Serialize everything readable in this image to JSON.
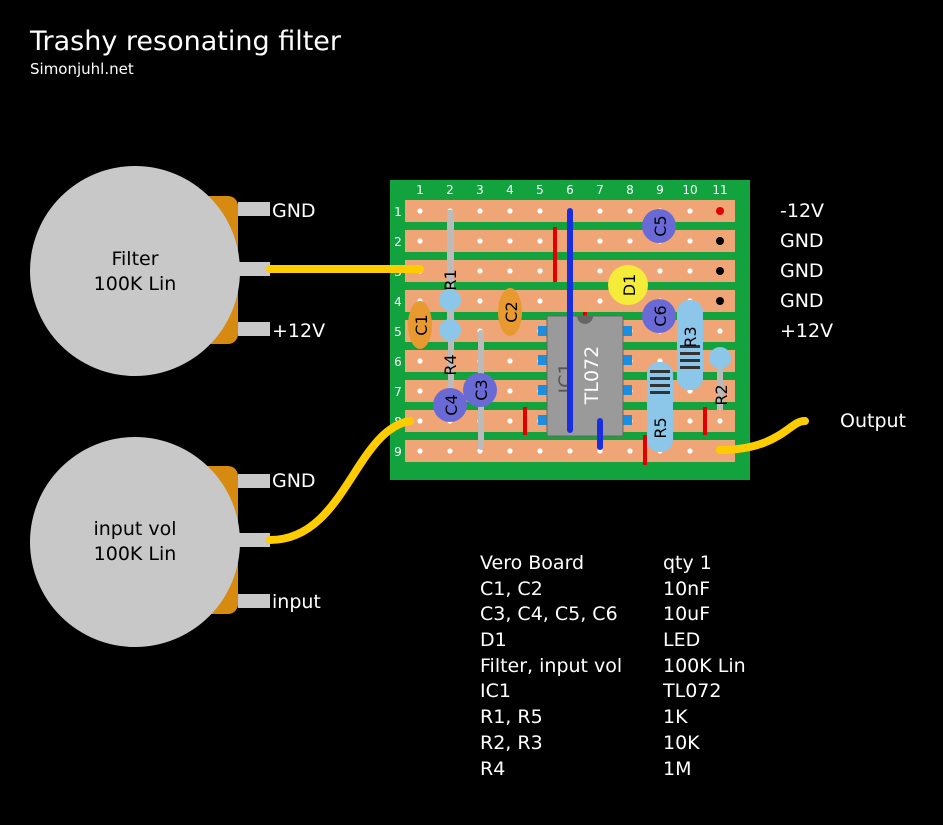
{
  "title": "Trashy resonating filter",
  "subtitle": "Simonjuhl.net",
  "colors": {
    "board": "#12a33f",
    "strip": "#f0a577",
    "pot": "#c8c8c8",
    "pot_body": "#d68a10",
    "wire": "#ffcc00",
    "jumper": "#1a2ee0",
    "cut": "#e00000",
    "cap_elec": "#6a6ad6",
    "cap_ceramic": "#e89a30",
    "led": "#f5ec3a",
    "resistor": "#8cc6e8",
    "ic": "#9a9a9a"
  },
  "board": {
    "columns": [
      "1",
      "2",
      "3",
      "4",
      "5",
      "6",
      "7",
      "8",
      "9",
      "10",
      "11"
    ],
    "rows": [
      "1",
      "2",
      "3",
      "4",
      "5",
      "6",
      "7",
      "8",
      "9"
    ]
  },
  "power_labels": [
    "-12V",
    "GND",
    "GND",
    "GND",
    "+12V"
  ],
  "pots": [
    {
      "name": "Filter",
      "value": "100K Lin",
      "pins": [
        "GND",
        "",
        "+12V"
      ]
    },
    {
      "name": "input vol",
      "value": "100K Lin",
      "pins": [
        "GND",
        "",
        "input"
      ]
    }
  ],
  "output_label": "Output",
  "components": {
    "C1": "C1",
    "C2": "C2",
    "C3": "C3",
    "C4": "C4",
    "C5": "C5",
    "C6": "C6",
    "D1": "D1",
    "R1": "R1",
    "R2": "R2",
    "R3": "R3",
    "R4": "R4",
    "R5": "R5",
    "IC1": "IC1",
    "IC1_type": "TL072"
  },
  "bom": [
    {
      "item": "Vero Board",
      "value": "qty 1"
    },
    {
      "item": "C1, C2",
      "value": "10nF"
    },
    {
      "item": "C3, C4, C5, C6",
      "value": "10uF"
    },
    {
      "item": "D1",
      "value": "LED"
    },
    {
      "item": "Filter, input vol",
      "value": "100K Lin"
    },
    {
      "item": "IC1",
      "value": "TL072"
    },
    {
      "item": "R1, R5",
      "value": "1K"
    },
    {
      "item": "R2, R3",
      "value": "10K"
    },
    {
      "item": "R4",
      "value": "1M"
    }
  ]
}
